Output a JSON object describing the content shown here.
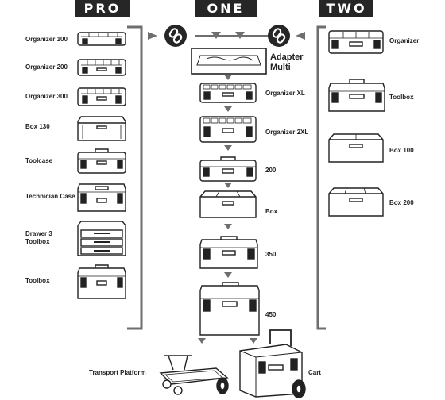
{
  "headers": {
    "pro": "PRO",
    "one": "ONE",
    "two": "TWO"
  },
  "pro_items": [
    {
      "name": "organizer-100",
      "label": "Organizer 100"
    },
    {
      "name": "organizer-200",
      "label": "Organizer 200"
    },
    {
      "name": "organizer-300",
      "label": "Organizer 300"
    },
    {
      "name": "box-130",
      "label": "Box 130"
    },
    {
      "name": "toolcase",
      "label": "Toolcase"
    },
    {
      "name": "technician-case",
      "label": "Technician Case"
    },
    {
      "name": "drawer-3-toolbox",
      "label": "Drawer 3 Toolbox"
    },
    {
      "name": "toolbox",
      "label": "Toolbox"
    }
  ],
  "one_items": [
    {
      "name": "adapter-multi",
      "label": "Adapter Multi"
    },
    {
      "name": "organizer-xl",
      "label": "Organizer XL"
    },
    {
      "name": "organizer-2xl",
      "label": "Organizer 2XL"
    },
    {
      "name": "200",
      "label": "200"
    },
    {
      "name": "box",
      "label": "Box"
    },
    {
      "name": "350",
      "label": "350"
    },
    {
      "name": "450",
      "label": "450"
    }
  ],
  "two_items": [
    {
      "name": "organizer",
      "label": "Organizer"
    },
    {
      "name": "toolbox",
      "label": "Toolbox"
    },
    {
      "name": "box-100",
      "label": "Box 100"
    },
    {
      "name": "box-200",
      "label": "Box 200"
    }
  ],
  "bottom_items": [
    {
      "name": "transport-platform",
      "label": "Transport Platform"
    },
    {
      "name": "cart",
      "label": "Cart"
    }
  ],
  "icons": [
    "link-icon",
    "arrow-down-icon",
    "arrow-right-icon",
    "arrow-left-icon"
  ]
}
